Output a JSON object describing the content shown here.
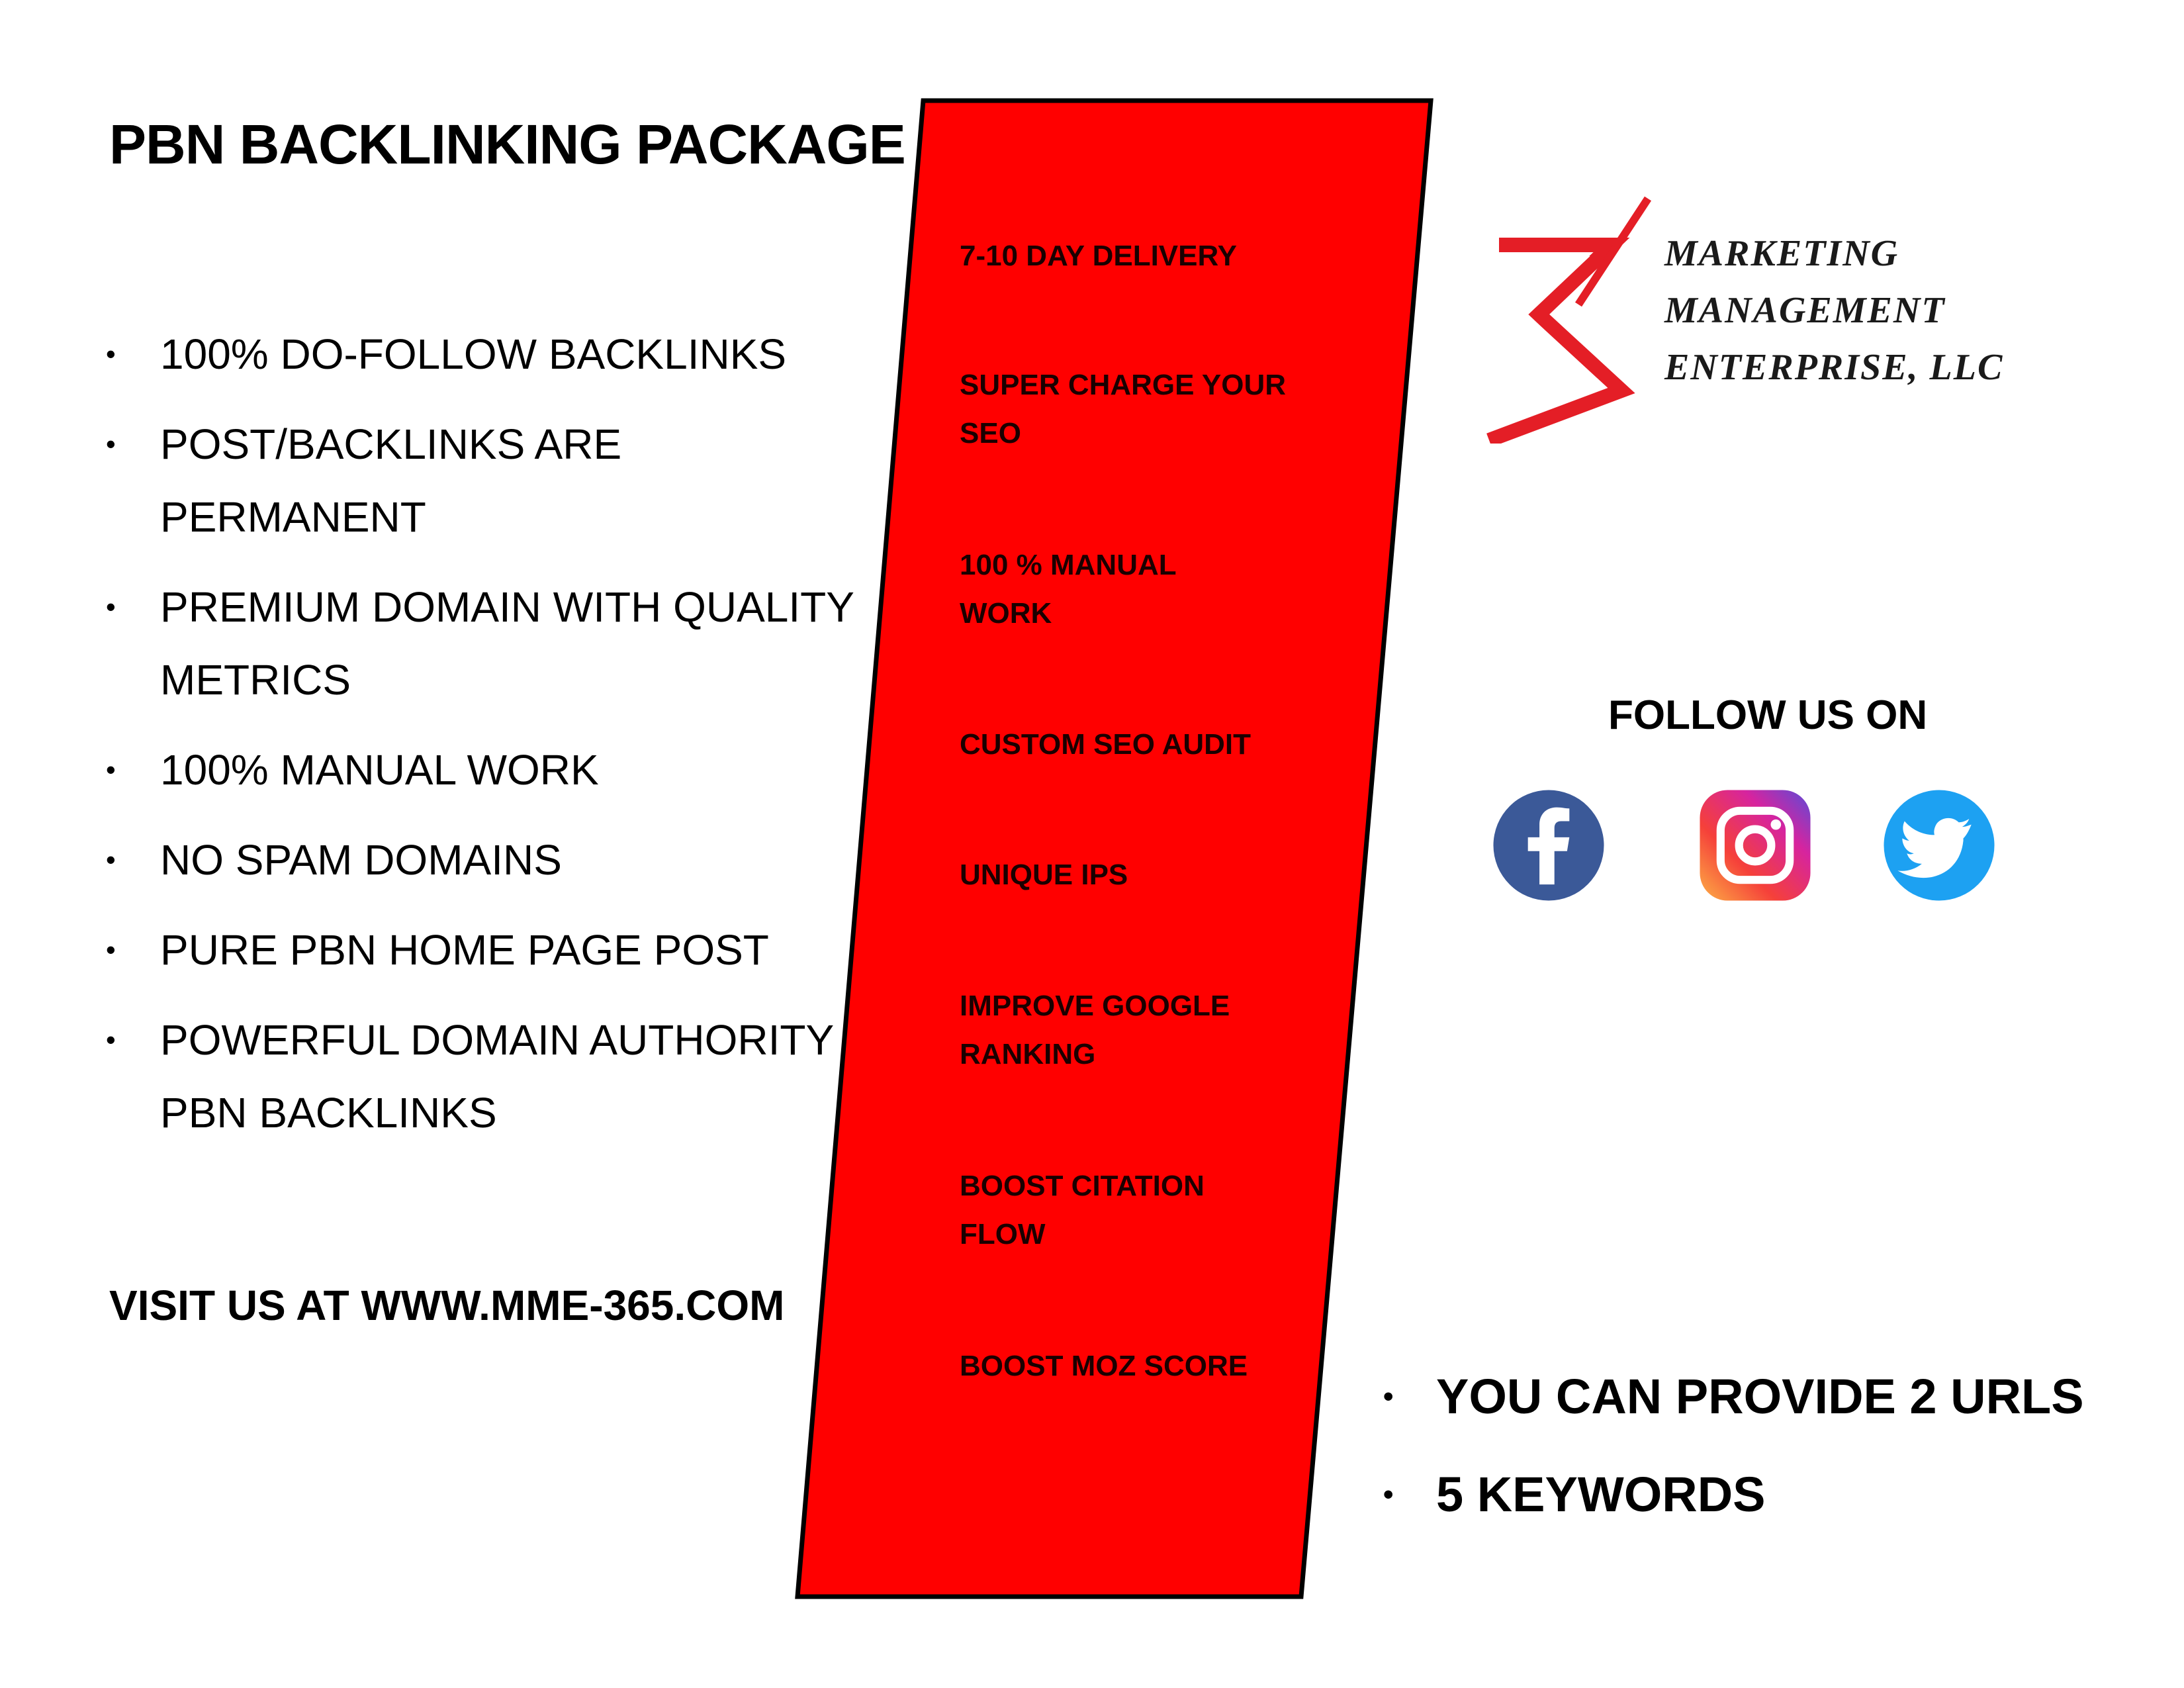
{
  "title": "PBN BACKLINKING PACKAGE",
  "features": [
    {
      "line1": "100% DO-FOLLOW BACKLINKS",
      "line2": ""
    },
    {
      "line1": "POST/BACKLINKS ARE PERMANENT",
      "line2": ""
    },
    {
      "line1": "PREMIUM DOMAIN WITH QUALITY",
      "line2": "METRICS"
    },
    {
      "line1": "100% MANUAL WORK",
      "line2": ""
    },
    {
      "line1": "NO SPAM DOMAINS",
      "line2": ""
    },
    {
      "line1": "PURE PBN HOME PAGE POST",
      "line2": ""
    },
    {
      "line1": "POWERFUL DOMAIN AUTHORITY",
      "line2": "PBN BACKLINKS"
    }
  ],
  "visit": "VISIT US AT WWW.MME-365.COM",
  "band": {
    "color": "#ff0000",
    "items": [
      {
        "line1": "7-10 DAY DELIVERY",
        "line2": ""
      },
      {
        "line1": "SUPER CHARGE YOUR",
        "line2": "SEO"
      },
      {
        "line1": "100 % MANUAL",
        "line2": "WORK"
      },
      {
        "line1": "CUSTOM SEO AUDIT",
        "line2": ""
      },
      {
        "line1": "UNIQUE IPS",
        "line2": ""
      },
      {
        "line1": "IMPROVE GOOGLE",
        "line2": "RANKING"
      },
      {
        "line1": "BOOST CITATION",
        "line2": "FLOW"
      },
      {
        "line1": "BOOST MOZ SCORE",
        "line2": ""
      }
    ]
  },
  "logo": {
    "lines": [
      "MARKETING",
      "MANAGEMENT",
      "ENTERPRISE, LLC"
    ],
    "color": "#e41e26"
  },
  "follow": "FOLLOW US ON",
  "social": [
    {
      "icon": "facebook-icon",
      "color": "#3b5998"
    },
    {
      "icon": "instagram-icon",
      "color": "#d6249f"
    },
    {
      "icon": "twitter-icon",
      "color": "#1da1f2"
    }
  ],
  "notes": [
    "YOU CAN PROVIDE 2 URLS",
    "5 KEYWORDS"
  ],
  "bullet": "•"
}
